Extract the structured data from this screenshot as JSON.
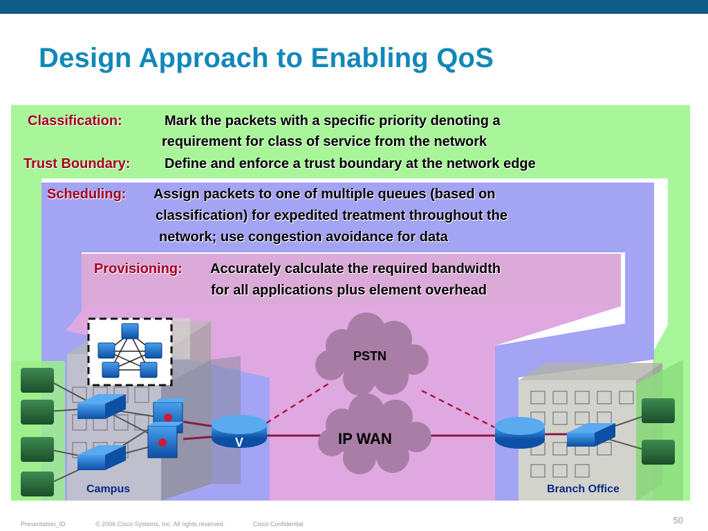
{
  "title": "Design Approach to Enabling QoS",
  "classification": {
    "label": "Classification:",
    "line1": "Mark the packets with a specific priority denoting a",
    "line2": "requirement for class of service from the network"
  },
  "trust_boundary": {
    "label": "Trust Boundary:",
    "text": "Define and enforce a trust boundary at the network edge"
  },
  "scheduling": {
    "label": "Scheduling:",
    "line1": "Assign packets to one of multiple queues (based on",
    "line2": "classification) for expedited treatment throughout the",
    "line3": "network; use congestion avoidance for data"
  },
  "provisioning": {
    "label": "Provisioning:",
    "line1": "Accurately calculate the required bandwidth",
    "line2": "for all applications plus element overhead"
  },
  "clouds": {
    "pstn": "PSTN",
    "ipwan": "IP WAN"
  },
  "router_badge": "V",
  "campus_label": "Campus",
  "branch_label": "Branch Office",
  "footer": {
    "presentation_id": "Presentation_ID",
    "copyright": "© 2006 Cisco Systems, Inc. All rights reserved.",
    "confidential": "Cisco Confidential",
    "page": "50"
  },
  "colors": {
    "top_bar": "#0f5d86",
    "title": "#1188b8",
    "classification_band": "#a8f59a",
    "scheduling_band": "#a4a4f4",
    "provisioning_band": "#e0a8e0",
    "label_red": "#a0001e",
    "cloud": "#a87ea6",
    "device_blue": "#1a6fc9"
  }
}
